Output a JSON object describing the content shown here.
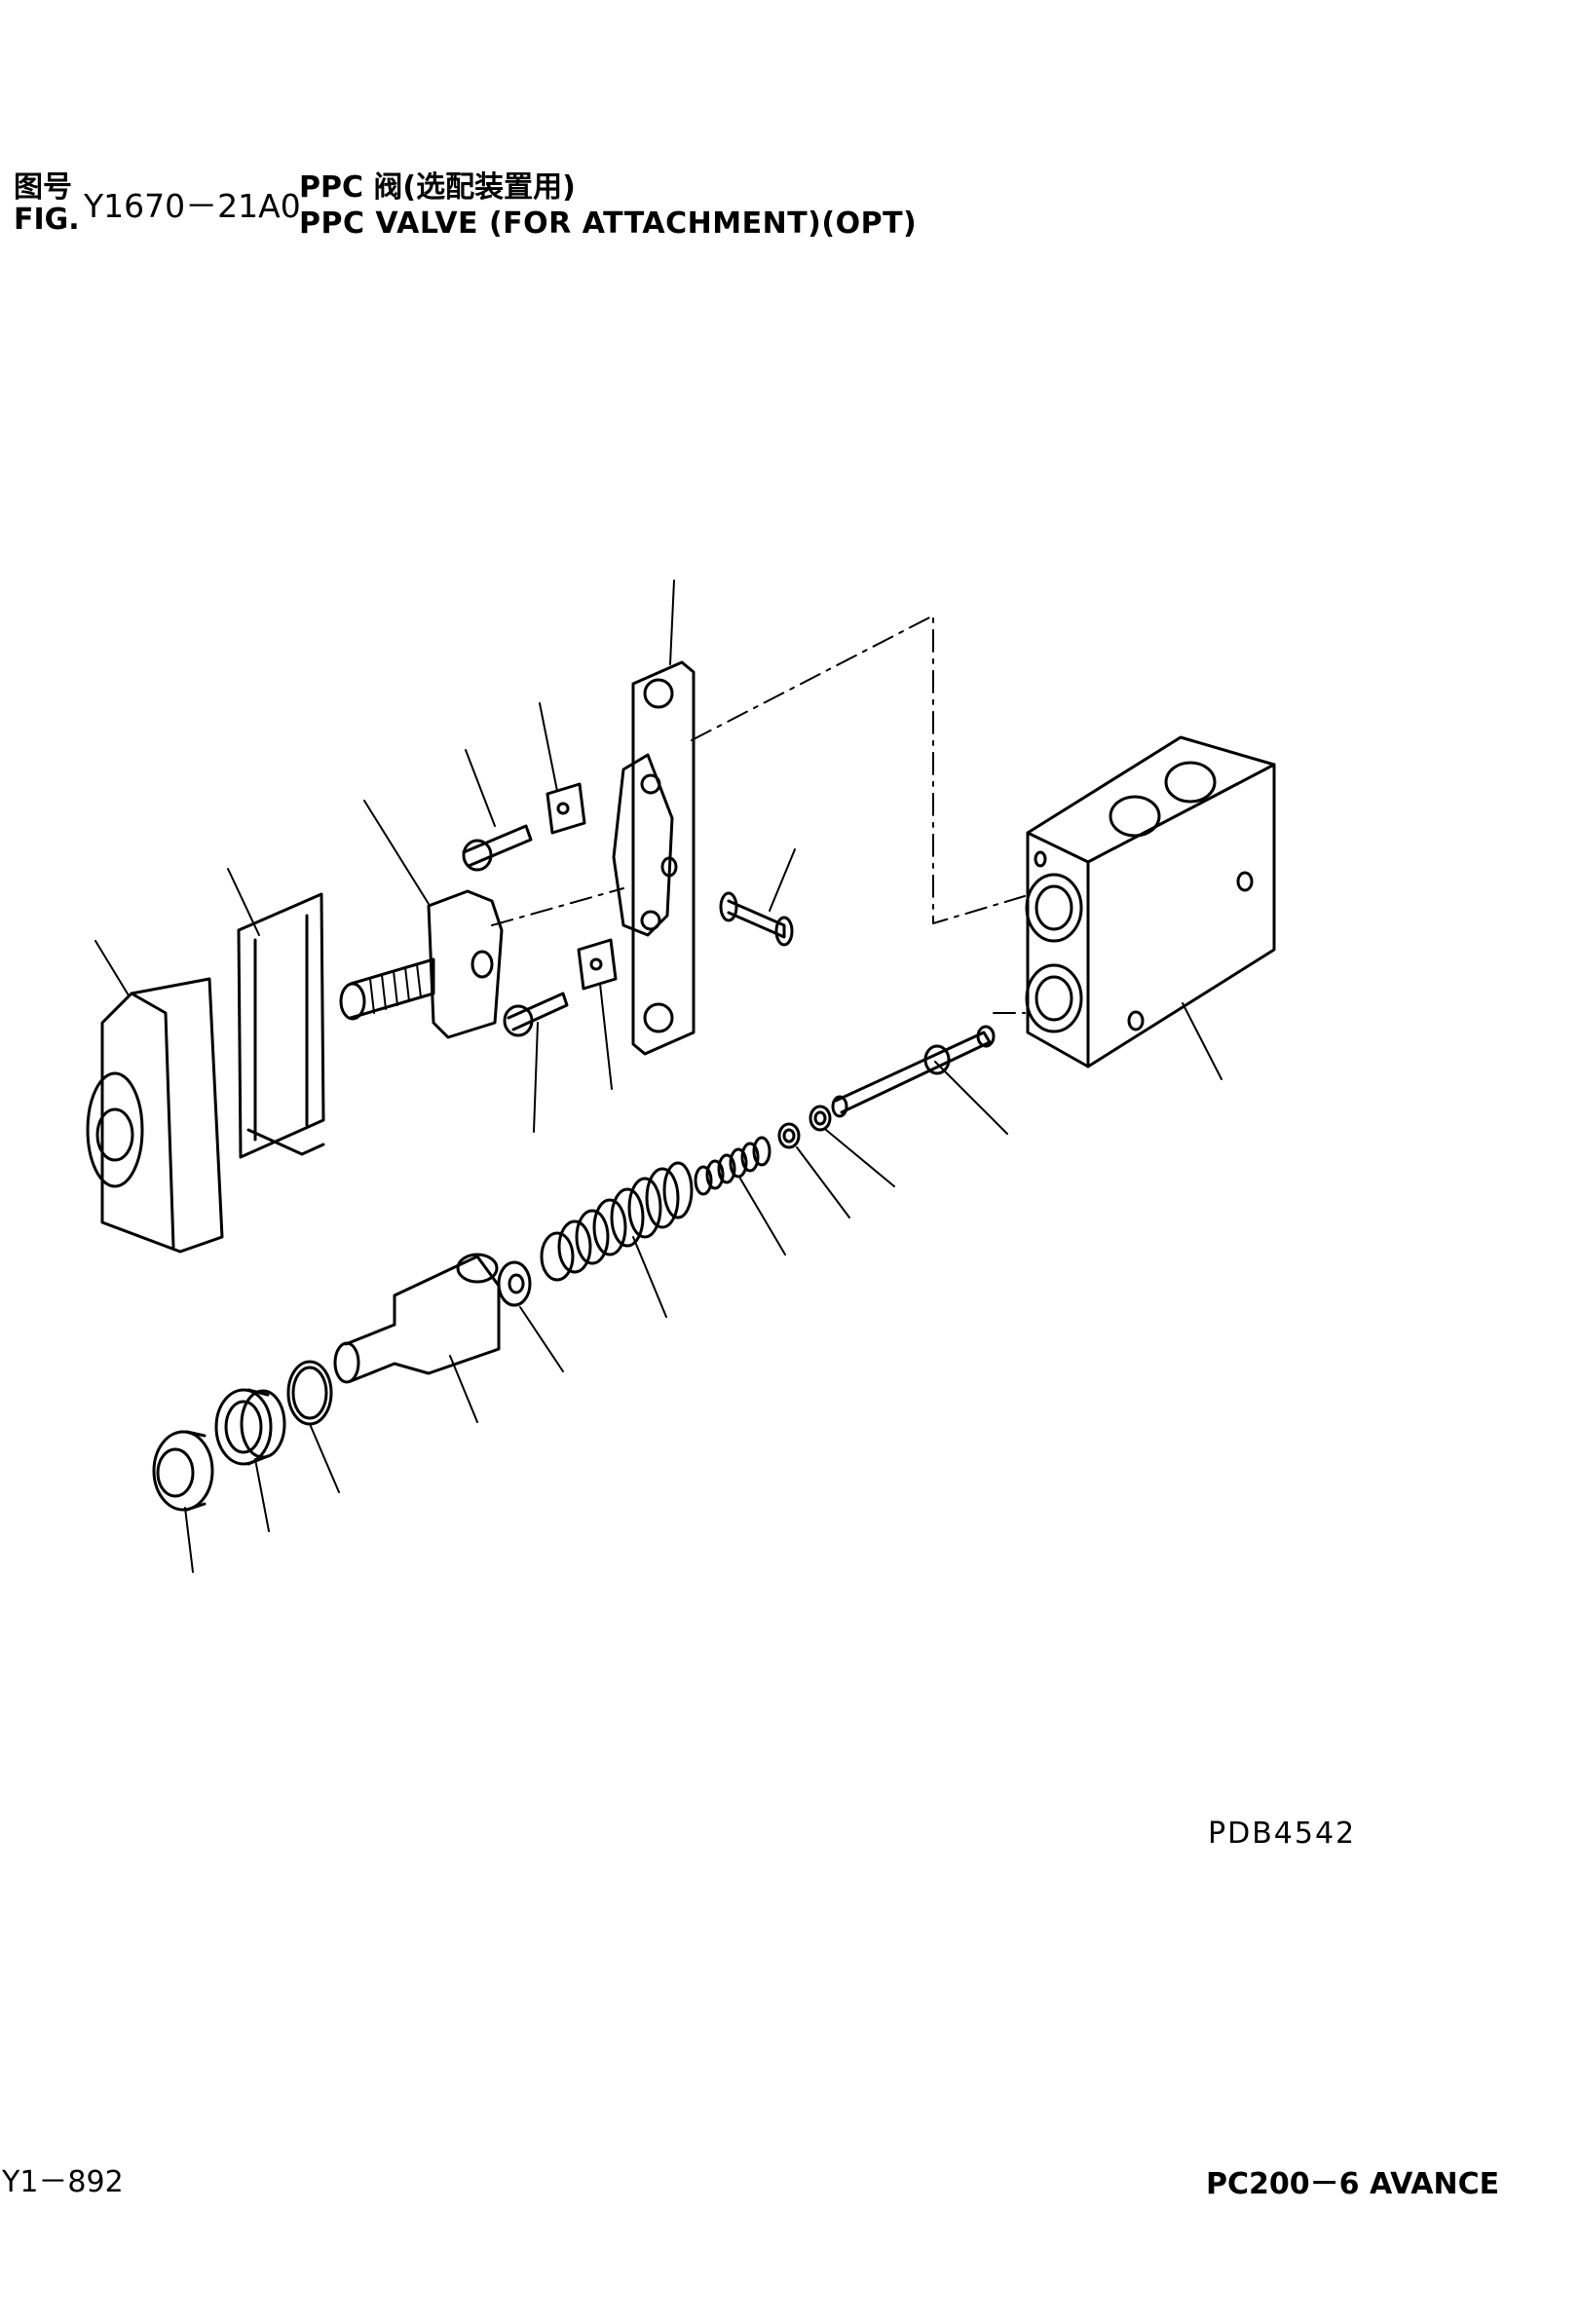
{
  "header": {
    "fig_label_cn": "图号",
    "fig_label_en": "FIG.",
    "fig_number": "Y1670－21A0",
    "title_cn": "PPC 阀(选配装置用)",
    "title_en": "PPC VALVE (FOR ATTACHMENT)(OPT)"
  },
  "drawing_code": "PDB4542",
  "footer": {
    "page_code": "Y1－892",
    "model": "PC200－6 AVANCE"
  }
}
